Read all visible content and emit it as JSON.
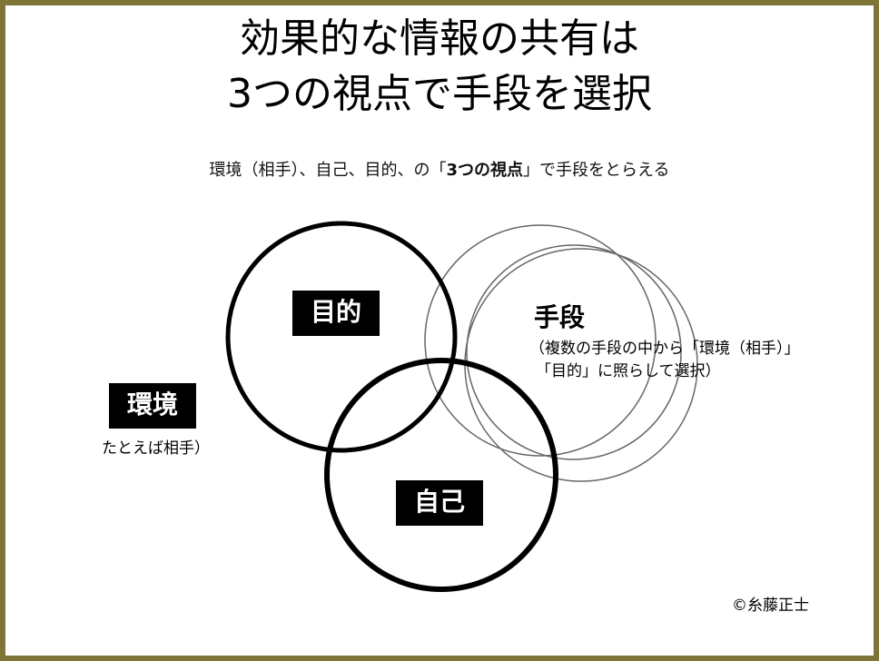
{
  "title": {
    "line1": "効果的な情報の共有は",
    "line2": "3つの視点で手段を選択"
  },
  "subtitle": {
    "pre": "環境（相手）、自己、目的、の「",
    "emphasis": "3つの視点",
    "post": "」で手段をとらえる"
  },
  "diagram": {
    "purpose": {
      "label": "目的"
    },
    "self": {
      "label": "自己"
    },
    "environment": {
      "label": "環境",
      "note": "たとえば相手）"
    },
    "means": {
      "label": "手段",
      "note_line1": "（複数の手段の中から「環境（相手）」",
      "note_line2": "「目的」に照らして選択）"
    }
  },
  "copyright": "©糸藤正士"
}
